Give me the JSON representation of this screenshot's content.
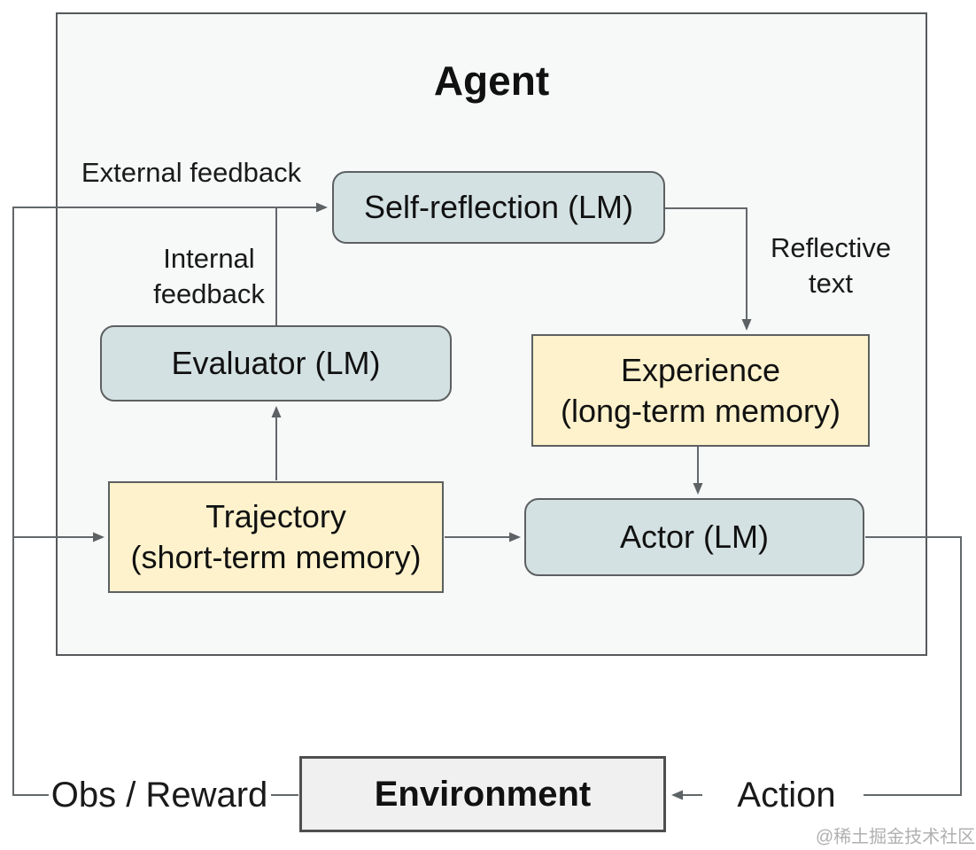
{
  "diagram": {
    "title": "Agent",
    "nodes": {
      "self_reflection": {
        "label": "Self-reflection (LM)"
      },
      "evaluator": {
        "label": "Evaluator (LM)"
      },
      "experience": {
        "line1": "Experience",
        "line2": "(long-term memory)"
      },
      "trajectory": {
        "line1": "Trajectory",
        "line2": "(short-term memory)"
      },
      "actor": {
        "label": "Actor (LM)"
      },
      "environment": {
        "label": "Environment"
      }
    },
    "edge_labels": {
      "external_feedback": "External feedback",
      "internal_feedback": {
        "line1": "Internal",
        "line2": "feedback"
      },
      "reflective_text": {
        "line1": "Reflective",
        "line2": "text"
      },
      "obs_reward": "Obs / Reward",
      "action": "Action"
    },
    "colors": {
      "lm_node_fill": "#d4e1e2",
      "memory_node_fill": "#fdf2cc",
      "environment_fill": "#f0f0f0",
      "node_border": "#5c6061",
      "connector": "#63686b",
      "agent_box_fill": "#f7f8f8",
      "agent_box_border": "#56595b",
      "watermark_text": "#b0b0b0"
    },
    "watermark": "@稀土掘金技术社区"
  }
}
